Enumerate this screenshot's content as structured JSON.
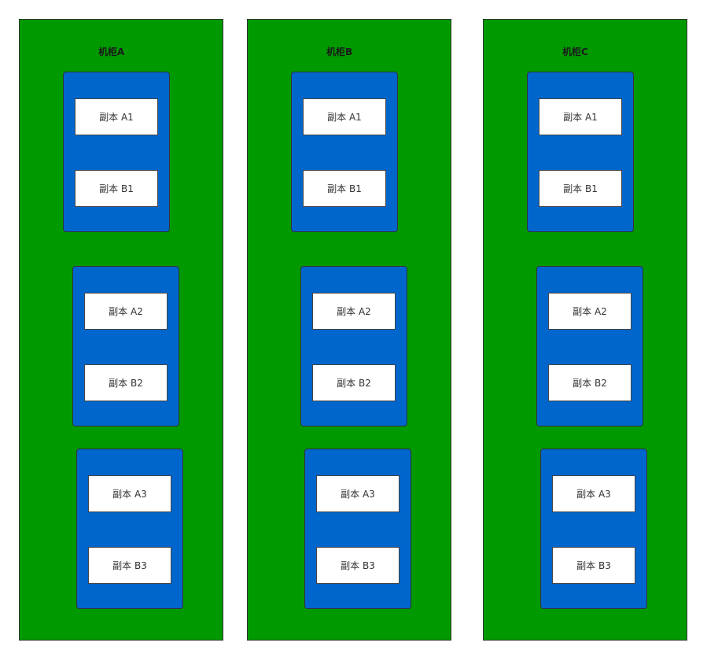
{
  "racks": [
    {
      "title": "机柜A",
      "servers": [
        {
          "replicas": [
            "副本 A1",
            "副本 B1"
          ]
        },
        {
          "replicas": [
            "副本 A2",
            "副本 B2"
          ]
        },
        {
          "replicas": [
            "副本 A3",
            "副本 B3"
          ]
        }
      ]
    },
    {
      "title": "机柜B",
      "servers": [
        {
          "replicas": [
            "副本 A1",
            "副本 B1"
          ]
        },
        {
          "replicas": [
            "副本 A2",
            "副本 B2"
          ]
        },
        {
          "replicas": [
            "副本 A3",
            "副本 B3"
          ]
        }
      ]
    },
    {
      "title": "机柜C",
      "servers": [
        {
          "replicas": [
            "副本 A1",
            "副本 B1"
          ]
        },
        {
          "replicas": [
            "副本 A2",
            "副本 B2"
          ]
        },
        {
          "replicas": [
            "副本 A3",
            "副本 B3"
          ]
        }
      ]
    }
  ],
  "colors": {
    "rack": "#009900",
    "server": "#0066cc",
    "replica": "#ffffff",
    "border": "#333333"
  }
}
